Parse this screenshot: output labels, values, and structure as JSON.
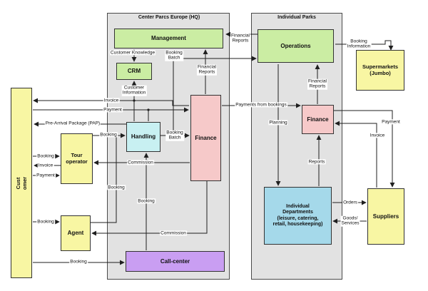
{
  "containers": {
    "hq": {
      "title": "Center Parcs Europe (HQ)"
    },
    "parks": {
      "title": "Individual Parks"
    }
  },
  "nodes": {
    "management": {
      "label": "Management"
    },
    "crm": {
      "label": "CRM"
    },
    "handling": {
      "label": "Handling"
    },
    "finance_hq": {
      "label": "Finance"
    },
    "call_center": {
      "label": "Call-center"
    },
    "customer": {
      "label": "Cust\nomer"
    },
    "tour_operator": {
      "label": "Tour\noperator"
    },
    "agent": {
      "label": "Agent"
    },
    "operations": {
      "label": "Operations"
    },
    "finance_parks": {
      "label": "Finance"
    },
    "individual_departments": {
      "label": "Individual\nDepartments\n(leisure, catering,\nretail, housekeeping)"
    },
    "supermarkets": {
      "label": "Supermarkets\n(Jumbo)"
    },
    "suppliers": {
      "label": "Suppliers"
    }
  },
  "labels": {
    "invoice_hq": "Invoice",
    "payment_hq": "Payment",
    "pap": "Pre-Arrival Package (PAP)",
    "booking_to": "Booking",
    "invoice_to": "Invoice",
    "payment_to": "Payment",
    "booking_agent": "Booking",
    "booking_cc": "Booking",
    "booking_handling": "Booking",
    "booking_agent_up": "Booking",
    "booking_cc_up": "Booking",
    "commission_to": "Commission",
    "commission_agent": "Commission",
    "booking_batch_fin": "Booking\nBatch",
    "booking_batch_ops": "Booking\nBatch",
    "fr_fin_mgmt": "Financial\nReports",
    "fr_ops_mgmt": "Financial\nReports",
    "customer_knowledge": "Customer Knowledge",
    "customer_info": "Customer\nInformation",
    "payments_bookings": "Payments from bookings",
    "planning": "Planning",
    "fr_pf_ops": "Financial\nReports",
    "reports": "Reports",
    "booking_info": "Booking\nInformation",
    "payment_sup": "Payment",
    "invoice_sup": "Invoice",
    "orders": "Orders",
    "goods_services": "Goods/\nServices"
  },
  "colors": {
    "green": "#cbeda3",
    "cyan": "#c8f0f2",
    "pink": "#f6c9c9",
    "purple": "#c99ef2",
    "yellow": "#f8f6a3",
    "blue": "#a5d9ea",
    "container_gray": "#e2e2e2",
    "line": "#1f1f1f"
  }
}
